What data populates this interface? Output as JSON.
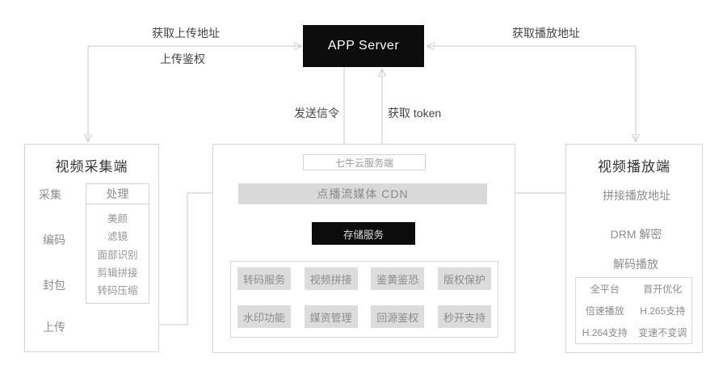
{
  "app_server": {
    "label": "APP Server"
  },
  "edges": {
    "get_upload_url": "获取上传地址",
    "upload_auth": "上传鉴权",
    "get_play_url": "获取播放地址",
    "send_signal": "发送信令",
    "get_token": "获取 token"
  },
  "capture": {
    "title": "视频采集端",
    "steps": {
      "collect": "采集",
      "encode": "编码",
      "pack": "封包",
      "upload": "上传"
    },
    "process": {
      "title": "处理",
      "items": [
        "美颜",
        "滤镜",
        "面部识别",
        "剪辑拼接",
        "转码压缩"
      ]
    }
  },
  "cloud": {
    "server_label": "七牛云服务端",
    "cdn_label": "点播流媒体 CDN",
    "storage_label": "存储服务",
    "services": [
      "转码服务",
      "视频拼接",
      "鉴黄鉴恐",
      "版权保护",
      "水印功能",
      "媒资管理",
      "回源鉴权",
      "秒开支持"
    ]
  },
  "player": {
    "title": "视频播放端",
    "steps": {
      "join_url": "拼接播放地址",
      "drm": "DRM 解密",
      "decode": "解码播放"
    },
    "features": [
      "全平台",
      "首开优化",
      "倍速播放",
      "H.265支持",
      "H.264支持",
      "变速不变调"
    ]
  },
  "colors": {
    "server_box_bg": "#0d0d0d",
    "storage_box_bg": "#0c0c0c",
    "cdn_bar_bg": "#d9d9d9",
    "chip_bg": "#dcdcdc",
    "wire": "#c9c9c9",
    "text_dark": "#454545",
    "text_gray": "#8c8c8c"
  }
}
